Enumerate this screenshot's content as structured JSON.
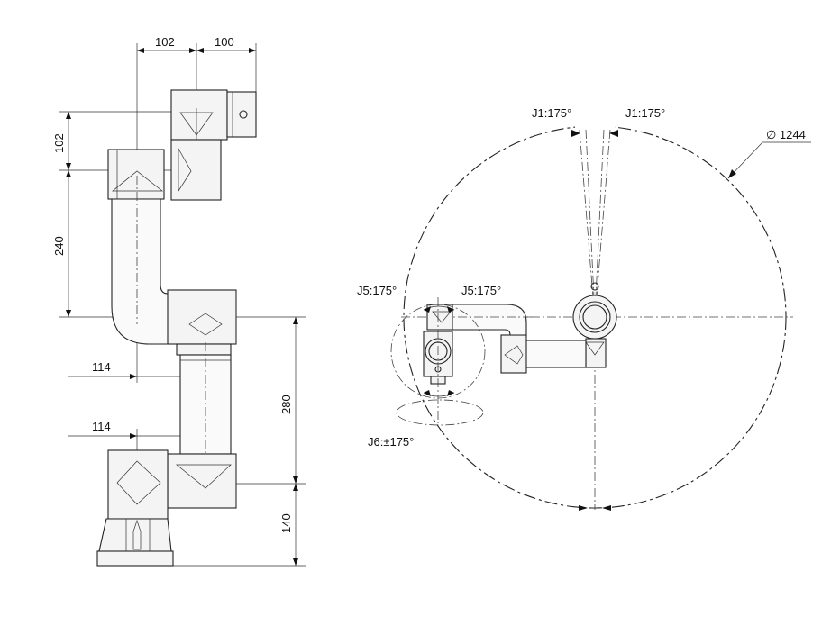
{
  "side_view": {
    "dimensions": {
      "top_left": "102",
      "top_right": "100",
      "vertical_upper": "102",
      "vertical_mid": "240",
      "offset_upper": "114",
      "offset_lower": "114",
      "vertical_right": "280",
      "vertical_base": "140"
    }
  },
  "top_view": {
    "diameter": "∅ 1244",
    "j1_left": "J1:175°",
    "j1_right": "J1:175°",
    "j5_left": "J5:175°",
    "j5_right": "J5:175°",
    "j6": "J6:±175°"
  }
}
